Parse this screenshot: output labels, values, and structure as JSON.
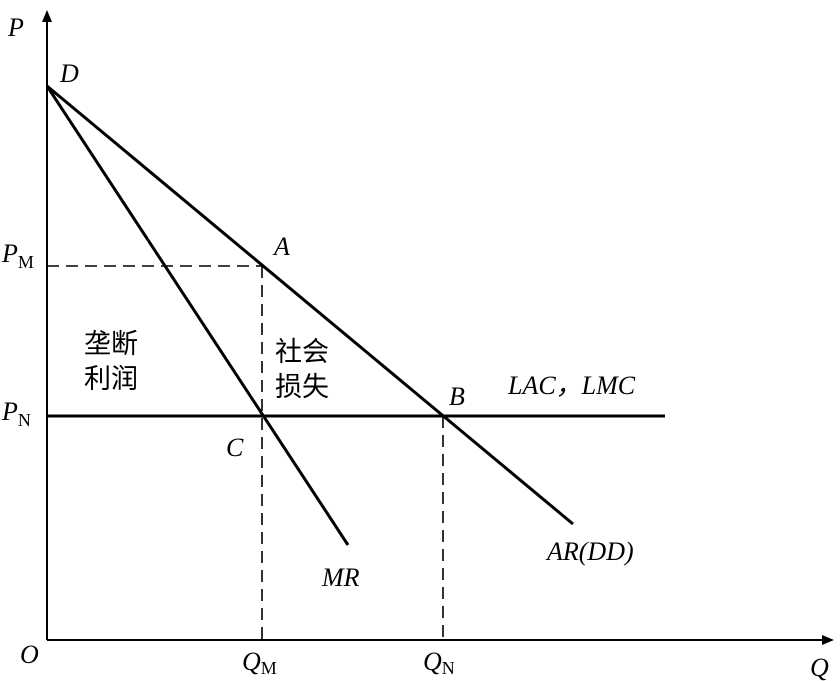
{
  "axes": {
    "y_label": "P",
    "x_label": "Q",
    "origin_label": "O"
  },
  "price_levels": {
    "pm": {
      "main": "P",
      "sub": "M"
    },
    "pn": {
      "main": "P",
      "sub": "N"
    }
  },
  "quantity_levels": {
    "qm": {
      "main": "Q",
      "sub": "M"
    },
    "qn": {
      "main": "Q",
      "sub": "N"
    }
  },
  "points": {
    "D": "D",
    "A": "A",
    "B": "B",
    "C": "C"
  },
  "curves": {
    "demand": "AR(DD)",
    "marginal_revenue": "MR",
    "cost": "LAC，LMC"
  },
  "regions": {
    "monopoly_profit": [
      "垄断",
      "利润"
    ],
    "social_loss": [
      "社会",
      "损失"
    ]
  },
  "colors": {
    "line": "#000000",
    "background": "#ffffff"
  }
}
